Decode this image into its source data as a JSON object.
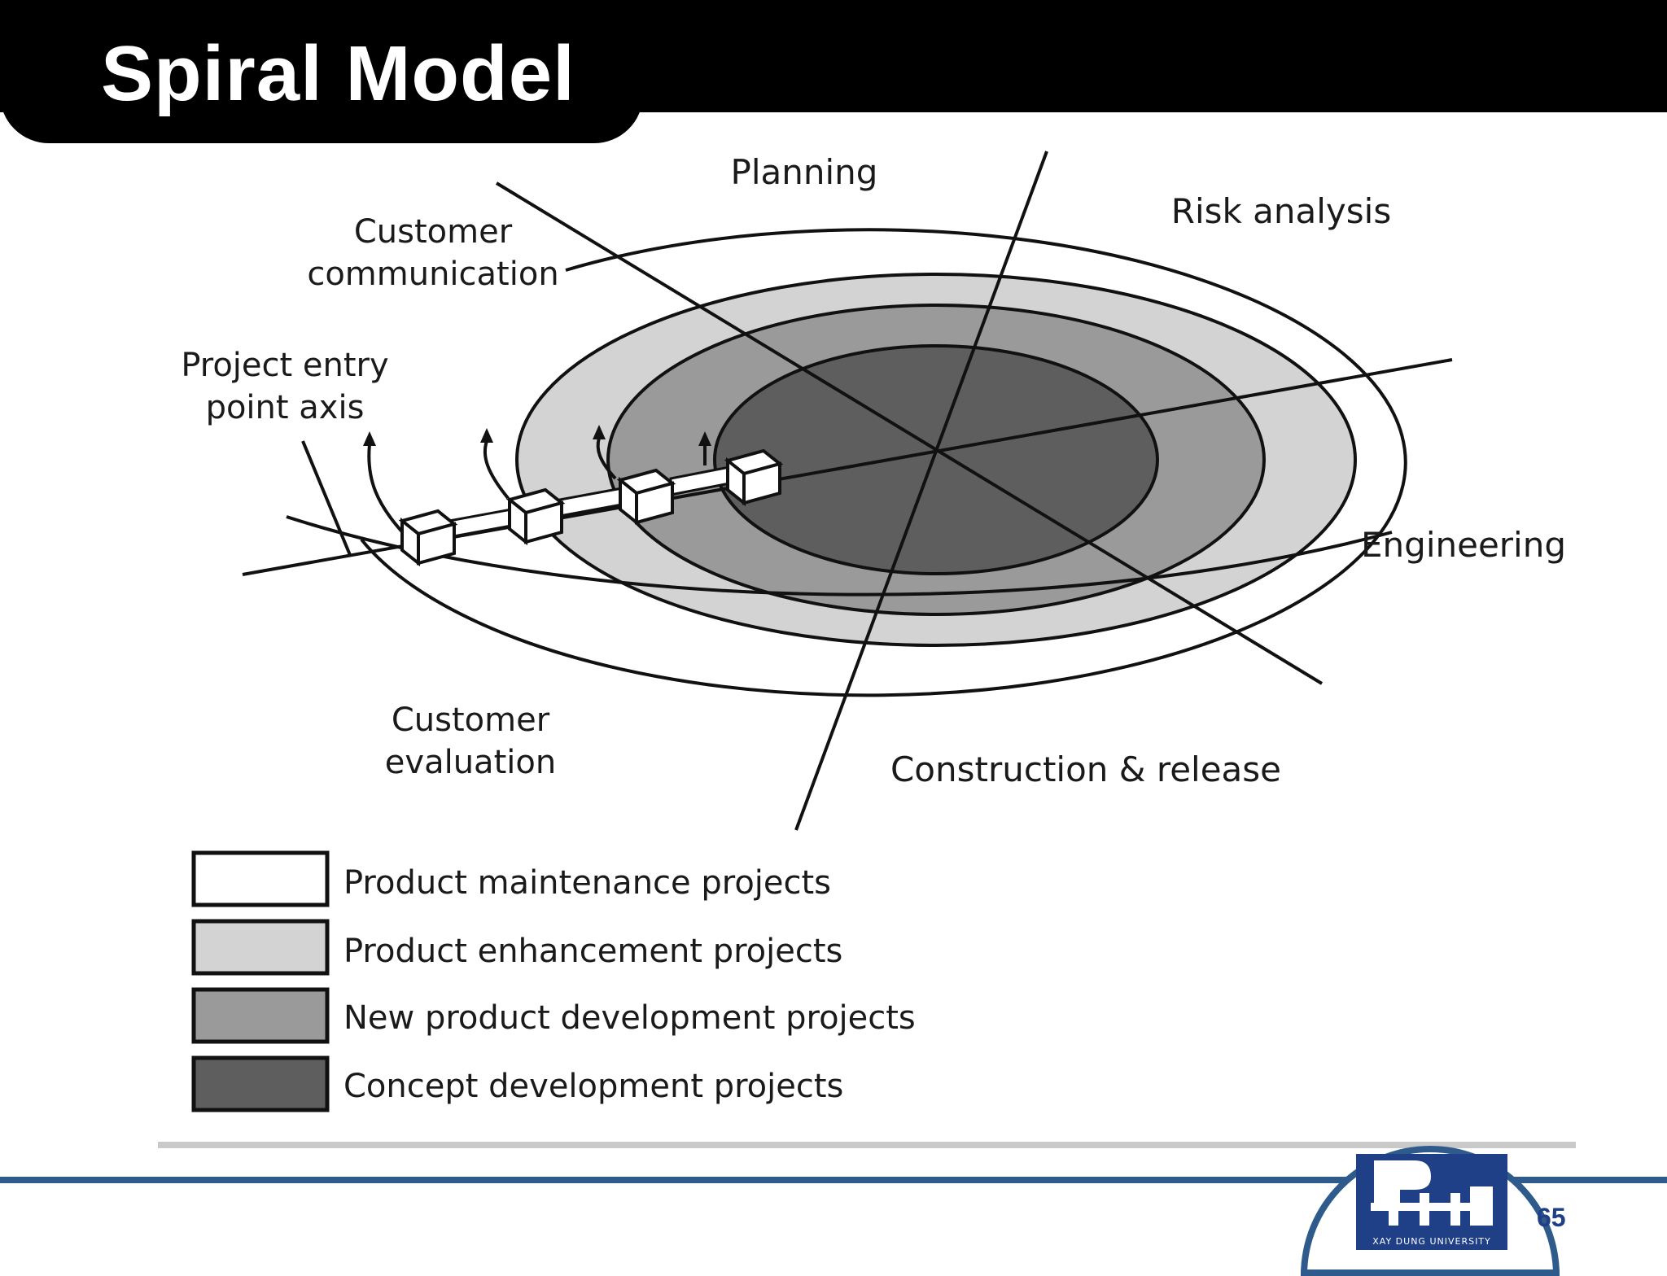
{
  "slide": {
    "title": "Spiral Model",
    "page_number": "65"
  },
  "diagram": {
    "quadrants": {
      "planning": "Planning",
      "risk_analysis": "Risk analysis",
      "engineering": "Engineering",
      "construction_release": "Construction & release",
      "customer_evaluation_1": "Customer",
      "customer_evaluation_2": "evaluation",
      "customer_communication_1": "Customer",
      "customer_communication_2": "communication"
    },
    "entry_axis_1": "Project entry",
    "entry_axis_2": "point axis",
    "legend": [
      {
        "label": "Product maintenance projects",
        "color": "#ffffff"
      },
      {
        "label": "Product enhancement projects",
        "color": "#d3d3d3"
      },
      {
        "label": "New product development projects",
        "color": "#9a9a9a"
      },
      {
        "label": "Concept development projects",
        "color": "#5e5e5e"
      }
    ]
  },
  "logo": {
    "text": "XAY DUNG UNIVERSITY"
  }
}
